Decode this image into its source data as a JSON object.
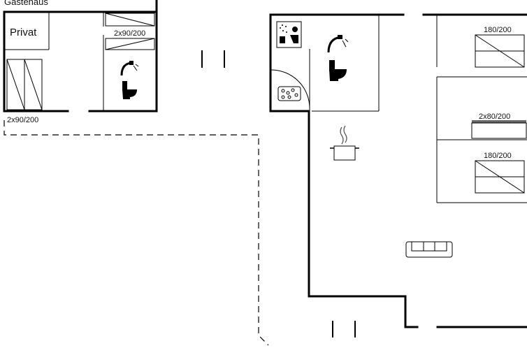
{
  "labels": {
    "guesthouse": "Gästehaus",
    "private": "Privat",
    "bunk_top": "2x90/200",
    "bunk_left": "2x90/200",
    "bed_top": "180/200",
    "bunk_mid": "2x80/200",
    "bed_mid": "180/200"
  },
  "icons": [
    "shower-icon",
    "toilet-icon",
    "sauna-icon",
    "whirlpool-icon",
    "cooking-pot-icon",
    "sofa-icon",
    "bunk-bed-icon",
    "double-bed-icon"
  ]
}
